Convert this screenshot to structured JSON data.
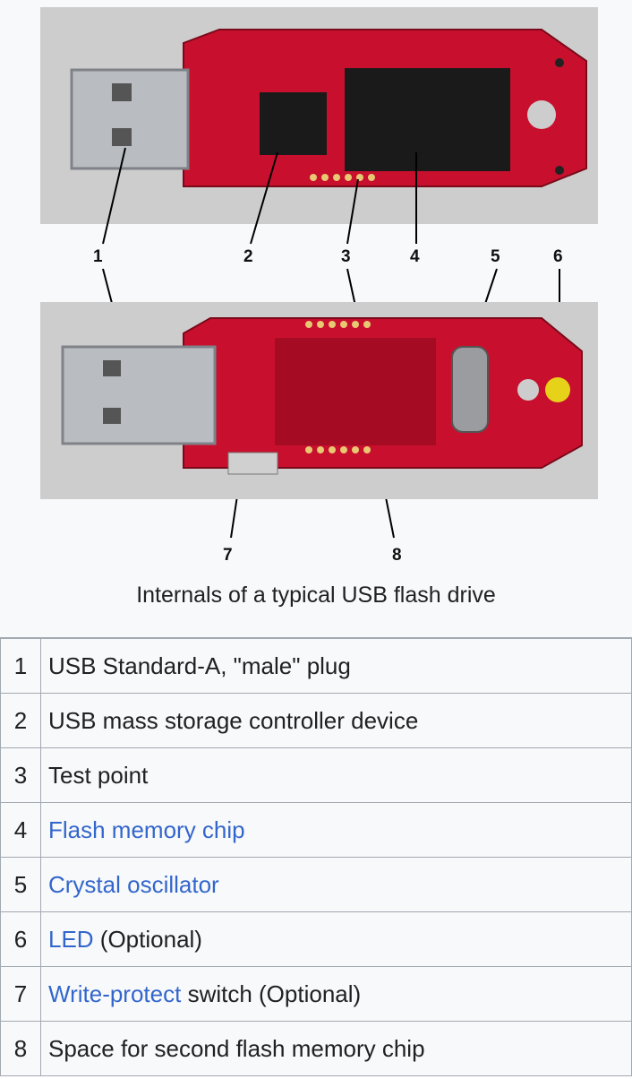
{
  "figure": {
    "caption": "Internals of a typical USB flash drive",
    "callouts": [
      "1",
      "2",
      "3",
      "4",
      "5",
      "6",
      "7",
      "8"
    ],
    "colors": {
      "pcb_red": "#c8102e",
      "chip_black": "#1a1a1a",
      "metal": "#b9bcc0",
      "background": "#cdcdcd",
      "led_yellow": "#e7d21a"
    }
  },
  "legend": [
    {
      "num": "1",
      "link": "",
      "text": "USB Standard-A, \"male\" plug"
    },
    {
      "num": "2",
      "link": "",
      "text": "USB mass storage controller device"
    },
    {
      "num": "3",
      "link": "",
      "text": "Test point"
    },
    {
      "num": "4",
      "link": "Flash memory chip",
      "text": ""
    },
    {
      "num": "5",
      "link": "Crystal oscillator",
      "text": ""
    },
    {
      "num": "6",
      "link": "LED",
      "text": " (Optional)"
    },
    {
      "num": "7",
      "link": "Write-protect",
      "text": " switch (Optional)"
    },
    {
      "num": "8",
      "link": "",
      "text": "Space for second flash memory chip"
    }
  ]
}
